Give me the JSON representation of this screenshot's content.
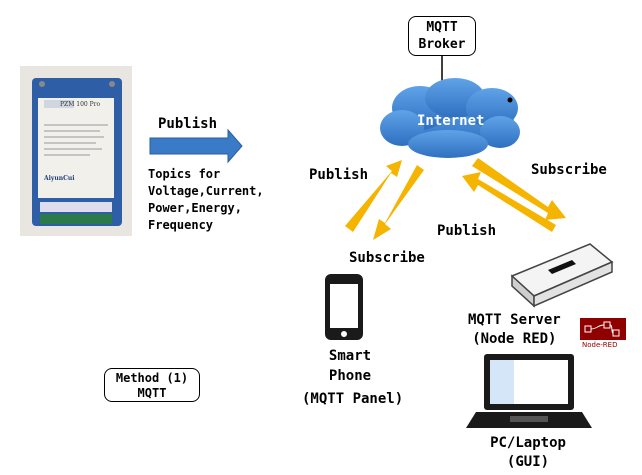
{
  "broker": {
    "line1": "MQTT",
    "line2": "Broker"
  },
  "internet": {
    "label": "Internet"
  },
  "device": {
    "panel_text": "PZM 100 Pro",
    "brand": "AiyunCui"
  },
  "publish_main": "Publish",
  "topics": {
    "line1": "Topics for",
    "line2": "Voltage,Current,",
    "line3": "Power,Energy,",
    "line4": "Frequency"
  },
  "phone_link": {
    "publish": "Publish",
    "subscribe": "Subscribe"
  },
  "server_link": {
    "subscribe": "Subscribe",
    "publish": "Publish"
  },
  "server": {
    "line1": "MQTT Server",
    "line2": "(Node RED)",
    "nodered_logo": "Node-RED"
  },
  "phone": {
    "line1": "Smart",
    "line2": "Phone",
    "line3": "(MQTT Panel)"
  },
  "pc": {
    "line1": "PC/Laptop",
    "line2": "(GUI)"
  },
  "method": {
    "line1": "Method (1)",
    "line2": "MQTT"
  },
  "colors": {
    "arrow_blue": "#3a7bc8",
    "arrow_yellow": "#f5b400",
    "cloud": "#3f82d0",
    "nodered": "#8f0000"
  }
}
